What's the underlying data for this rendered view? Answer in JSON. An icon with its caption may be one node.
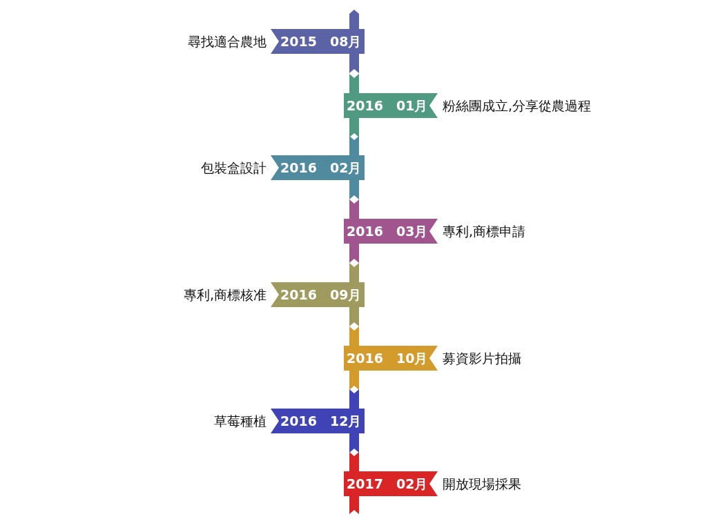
{
  "diagram": {
    "nodes": [
      {
        "text": [
          "2015",
          "08月"
        ],
        "beside": [
          "尋找適合農地"
        ]
      },
      {
        "text": [
          "2016",
          "01月"
        ],
        "beside": [
          "粉絲團成立,分享從農過程"
        ]
      },
      {
        "text": [
          "2016",
          "02月"
        ],
        "beside": [
          "包裝盒設計"
        ]
      },
      {
        "text": [
          "2016",
          "03月"
        ],
        "beside": [
          "專利,商標申請"
        ]
      },
      {
        "text": [
          "2016",
          "09月"
        ],
        "beside": [
          "專利,商標核准"
        ]
      },
      {
        "text": [
          "2016",
          "10月"
        ],
        "beside": [
          "募資影片拍攝"
        ]
      },
      {
        "text": [
          "2016",
          "12月"
        ],
        "beside": [
          "草莓種植"
        ]
      },
      {
        "text": [
          "2017",
          "02月"
        ],
        "beside": [
          "開放現場採果"
        ]
      }
    ],
    "edges": []
  }
}
